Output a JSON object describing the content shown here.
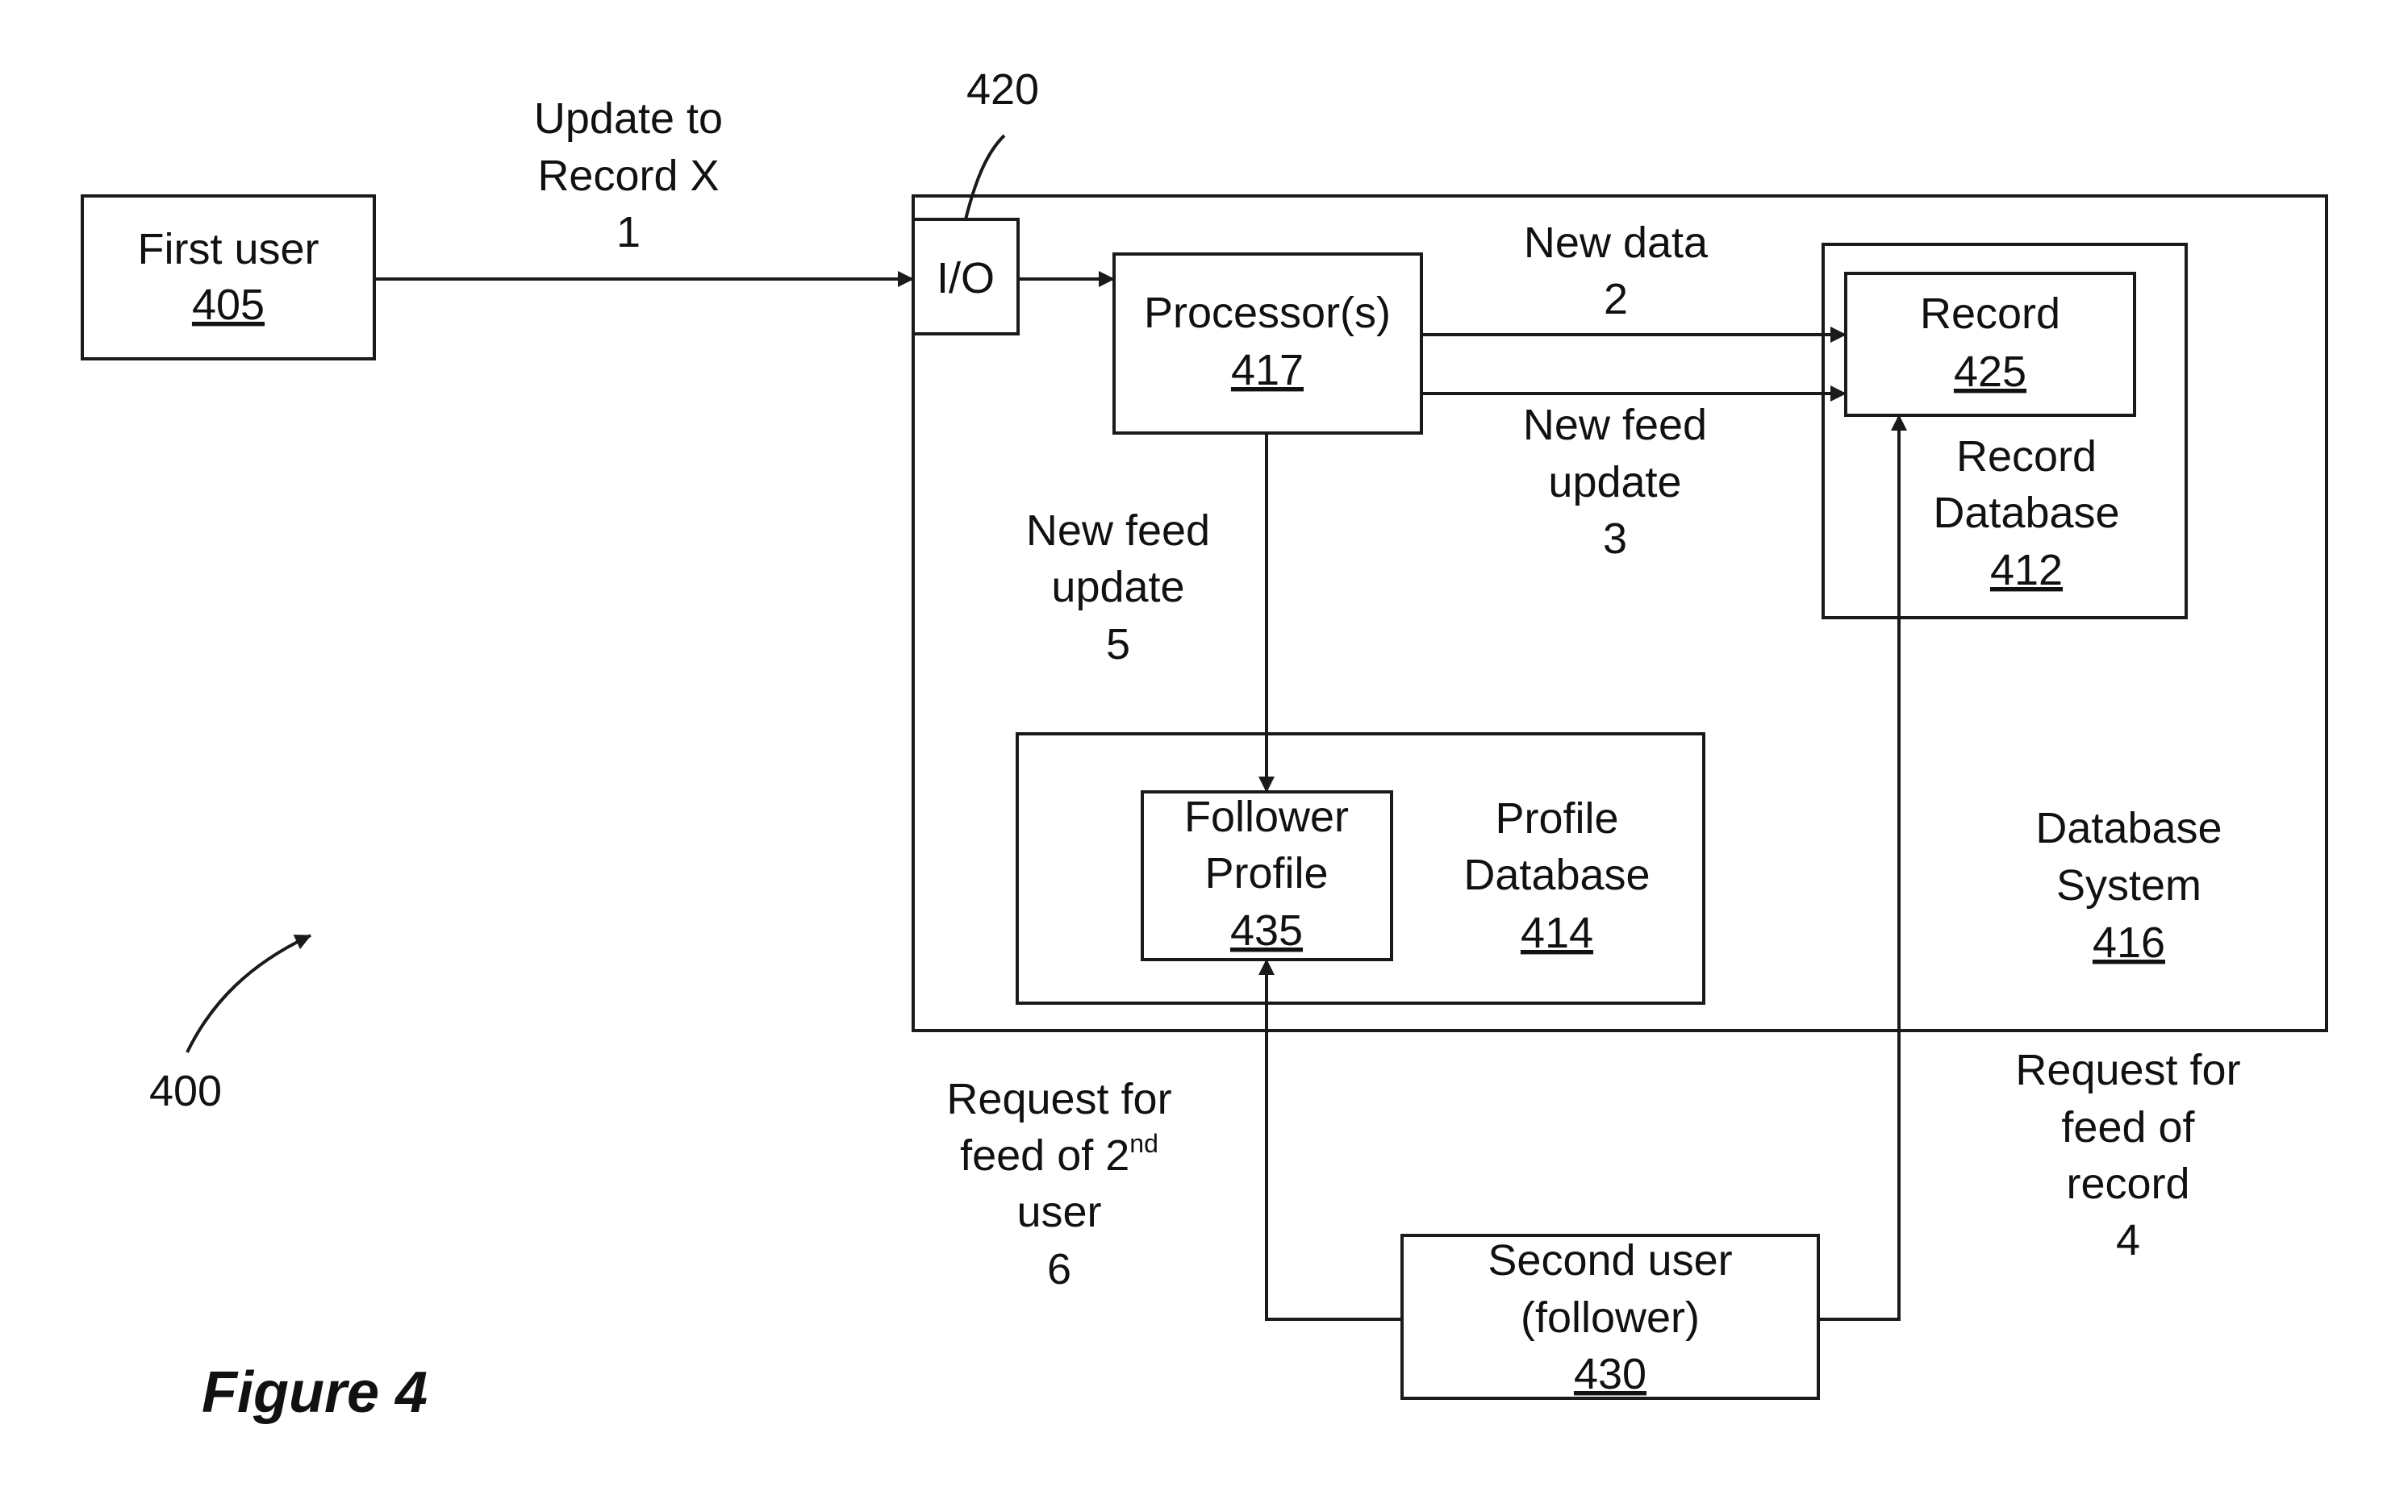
{
  "figure": {
    "caption": "Figure 4",
    "ref_label": "400"
  },
  "nodes": {
    "first_user": {
      "label": "First user",
      "num": "405"
    },
    "io": {
      "label": "I/O",
      "ref": "420"
    },
    "processor": {
      "label": "Processor(s)",
      "num": "417"
    },
    "record": {
      "label": "Record",
      "num": "425"
    },
    "record_db": {
      "line1": "Record",
      "line2": "Database",
      "num": "412"
    },
    "follower_profile": {
      "line1": "Follower",
      "line2": "Profile",
      "num": "435"
    },
    "profile_db": {
      "line1": "Profile",
      "line2": "Database",
      "num": "414"
    },
    "database_system": {
      "line1": "Database",
      "line2": "System",
      "num": "416"
    },
    "second_user": {
      "line1": "Second user",
      "line2": "(follower)",
      "num": "430"
    }
  },
  "edges": {
    "e1": {
      "line1": "Update to",
      "line2": "Record X",
      "step": "1"
    },
    "e2": {
      "line1": "New data",
      "step": "2"
    },
    "e3": {
      "line1": "New feed",
      "line2": "update",
      "step": "3"
    },
    "e4": {
      "line1": "Request for",
      "line2": "feed of",
      "line3": "record",
      "step": "4"
    },
    "e5": {
      "line1": "New feed",
      "line2": "update",
      "step": "5"
    },
    "e6": {
      "line1": "Request for",
      "line2_main": "feed of 2",
      "line2_sup": "nd",
      "line3": "user",
      "step": "6"
    }
  }
}
